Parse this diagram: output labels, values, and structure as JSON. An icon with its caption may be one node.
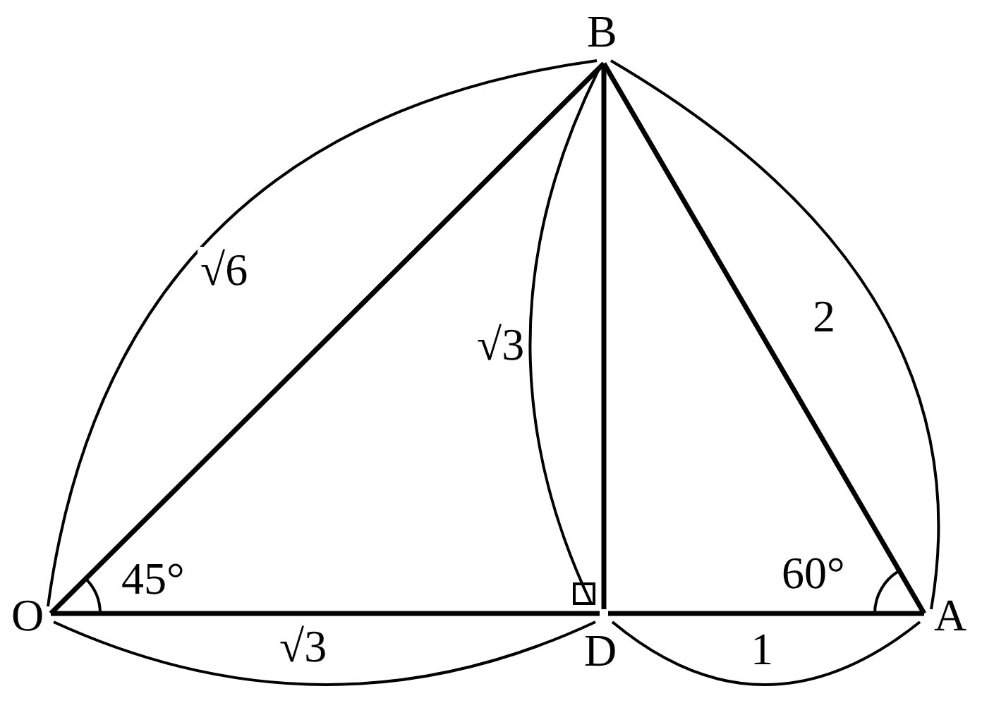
{
  "diagram": {
    "nodes": [
      {
        "text": [
          "O"
        ]
      },
      {
        "text": [
          "B"
        ]
      },
      {
        "text": [
          "D"
        ]
      },
      {
        "text": [
          "A"
        ]
      }
    ],
    "edges": [
      {
        "from": 0,
        "to": 1,
        "arrow": "none"
      },
      {
        "from": 1,
        "to": 2,
        "arrow": "none"
      },
      {
        "from": 1,
        "to": 3,
        "arrow": "none"
      },
      {
        "from": 0,
        "to": 2,
        "arrow": "none"
      },
      {
        "from": 2,
        "to": 3,
        "arrow": "none"
      }
    ],
    "labels": [
      "√6",
      "√3",
      "2",
      "45°",
      "60°",
      "√3",
      "1"
    ]
  }
}
